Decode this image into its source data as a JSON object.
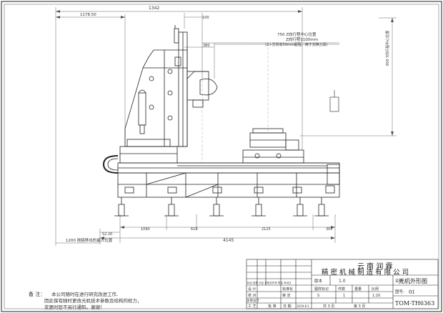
{
  "dimensions": {
    "top_width": "1342",
    "left_offset": "1178.50",
    "top_right_small": "100",
    "mid_right": "380",
    "bottom_1090": "1090",
    "bottom_610": "610",
    "bottom_2125": "2125",
    "bottom_300": "300",
    "bottom_total": "4145",
    "left_small": "52.20"
  },
  "annotations": {
    "z_center_title": "750 Z向行程中心位置",
    "z_travel": "Z向行程1100mm",
    "z_note": "（Z+方向有50mm超程，用于交换刀具）",
    "y_center_note": "650 Y向行程中心位置",
    "chain_note": "1200 拖链移出的最大位置"
  },
  "note": {
    "label": "备  注：",
    "line1": "本公司随时在进行研究改进工作,",
    "line2": "因此保有随时更改光机技术参数及结构的权力，",
    "line3": "变更时恕不另行通知。谢谢！"
  },
  "title_block": {
    "company_line1": "云 南 润 霖",
    "company_line2": "精 密 机 械 制 造 有 限 公 司",
    "version_label": "版本",
    "version_value": "1.0",
    "name_label": "名称:",
    "name_value": "光机外形图",
    "drawing_no_label": "图号:",
    "drawing_no_value": "01",
    "model_value": "TOM-TH6363",
    "design_label": "设  计",
    "standard_label": "标准化",
    "check_label": "校  对",
    "review_label": "审  定",
    "main_design_label": "主管设计",
    "process_label": "工  艺",
    "approve_label": "批 准",
    "date_label": "日 期",
    "date_value": "2019.8.1",
    "stage_mark_label": "图样标记",
    "weight_label": "重量",
    "qty_label": "件数",
    "scale_label": "比例",
    "stage_value": "S",
    "qty_value": "1",
    "scale_value": "1:20",
    "sheet_total": "共 3 页",
    "sheet_no": "第 3 页",
    "rev_row": "标记 处数 分区 更改文件号 签名 年月日"
  }
}
